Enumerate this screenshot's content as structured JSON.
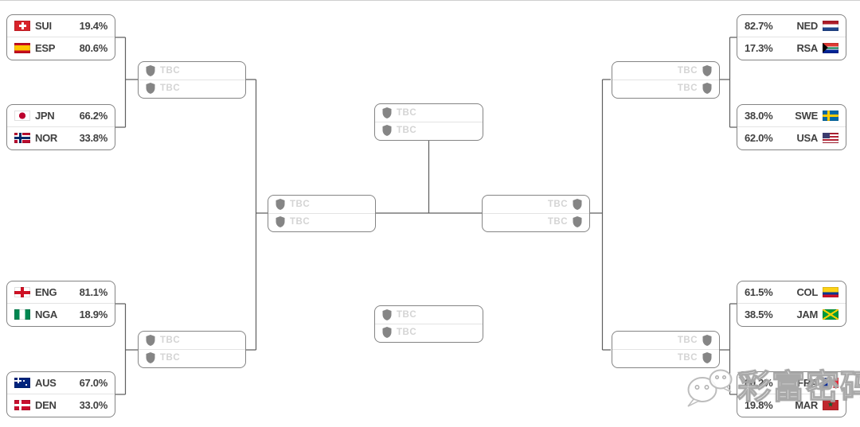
{
  "tbc_label": "TBC",
  "watermark": {
    "text": "彩富密码",
    "icon": "wechat-icon"
  },
  "colors": {
    "box_border": "#848484",
    "connector_line": "#5f5f5f",
    "team_text": "#404040",
    "tbc_text": "#d4d4d4",
    "shield_icon": "#858585",
    "watermark_text": "#ffffff"
  },
  "round_of_16": {
    "left": [
      {
        "rows": [
          {
            "flag": "sui",
            "code": "SUI",
            "pct": "19.4%"
          },
          {
            "flag": "esp",
            "code": "ESP",
            "pct": "80.6%"
          }
        ]
      },
      {
        "rows": [
          {
            "flag": "jpn",
            "code": "JPN",
            "pct": "66.2%"
          },
          {
            "flag": "nor",
            "code": "NOR",
            "pct": "33.8%"
          }
        ]
      },
      {
        "rows": [
          {
            "flag": "eng",
            "code": "ENG",
            "pct": "81.1%"
          },
          {
            "flag": "nga",
            "code": "NGA",
            "pct": "18.9%"
          }
        ]
      },
      {
        "rows": [
          {
            "flag": "aus",
            "code": "AUS",
            "pct": "67.0%"
          },
          {
            "flag": "den",
            "code": "DEN",
            "pct": "33.0%"
          }
        ]
      }
    ],
    "right": [
      {
        "rows": [
          {
            "pct": "82.7%",
            "code": "NED",
            "flag": "ned"
          },
          {
            "pct": "17.3%",
            "code": "RSA",
            "flag": "rsa"
          }
        ]
      },
      {
        "rows": [
          {
            "pct": "38.0%",
            "code": "SWE",
            "flag": "swe"
          },
          {
            "pct": "62.0%",
            "code": "USA",
            "flag": "usa"
          }
        ]
      },
      {
        "rows": [
          {
            "pct": "61.5%",
            "code": "COL",
            "flag": "col"
          },
          {
            "pct": "38.5%",
            "code": "JAM",
            "flag": "jam"
          }
        ]
      },
      {
        "rows": [
          {
            "pct": "80.2%",
            "code": "FRA",
            "flag": "fra"
          },
          {
            "pct": "19.8%",
            "code": "MAR",
            "flag": "mar"
          }
        ]
      }
    ]
  }
}
